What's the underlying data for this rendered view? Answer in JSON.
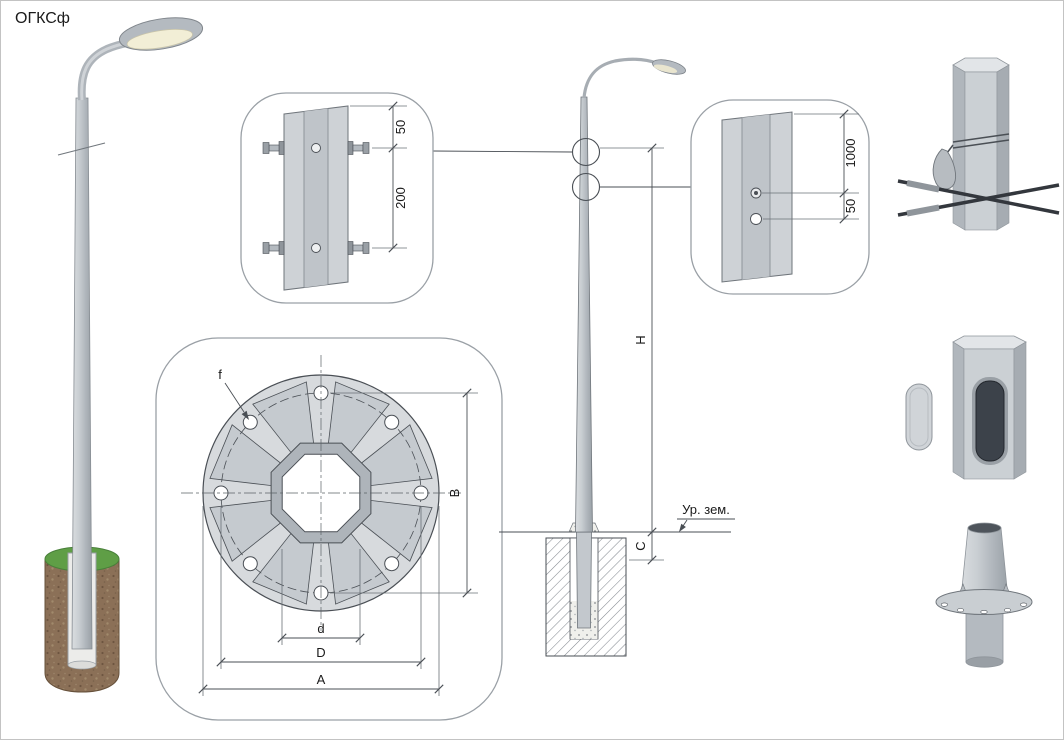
{
  "title": "ОГКСф",
  "colors": {
    "line": "#4a4f55",
    "metal_light": "#ced2d6",
    "metal_dark": "#9aa1a7",
    "foundation_brown": "#8b7057",
    "grass_green": "#5f9e46",
    "callout_border": "#9aa0a6"
  },
  "detail_clamp": {
    "dim_edge_to_bolt": "50",
    "dim_bolt_spacing": "200"
  },
  "detail_holes": {
    "dim_top_to_hole": "1000",
    "dim_hole_spacing": "50"
  },
  "flange_view": {
    "hole_diameter_label": "f",
    "dim_vertical": "B",
    "dim_inner_diameter": "d",
    "dim_bolt_circle": "D",
    "dim_outer": "A"
  },
  "elevation": {
    "dim_height": "H",
    "dim_foundation": "C",
    "ground_level_label": "Ур. зем."
  }
}
